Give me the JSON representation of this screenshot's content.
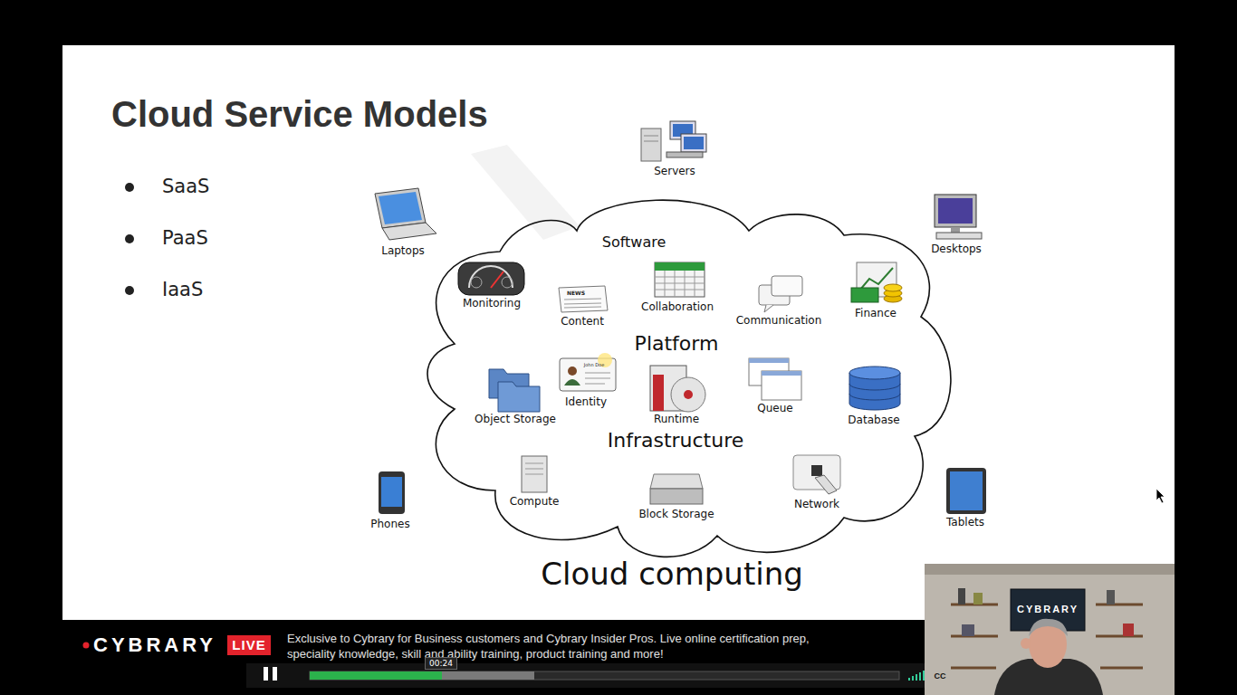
{
  "diagram": {
    "title": "Cloud Service Models",
    "caption": "Cloud computing",
    "nodes": [
      {
        "text": [
          "Software",
          "Platform",
          "Infrastructure"
        ]
      },
      {
        "text": [
          "LIVE"
        ]
      },
      {
        "text": [
          "00:24"
        ]
      }
    ],
    "labels": [
      "SaaS",
      "PaaS",
      "IaaS",
      "Servers",
      "Laptops",
      "Desktops",
      "Monitoring",
      "NEWS",
      "Content",
      "Collaboration",
      "Communication",
      "Finance",
      "John Doe",
      "Object Storage",
      "Identity",
      "Runtime",
      "Queue",
      "Database",
      "Compute",
      "Block Storage",
      "Network",
      "Phones",
      "Tablets",
      "CYBRARY",
      "Exclusive to Cybrary for Business customers and Cybrary Insider Pros. Live online certification prep, speciality knowledge, skill and ability training, product training and more!",
      "CC",
      "CYBRARY"
    ]
  }
}
